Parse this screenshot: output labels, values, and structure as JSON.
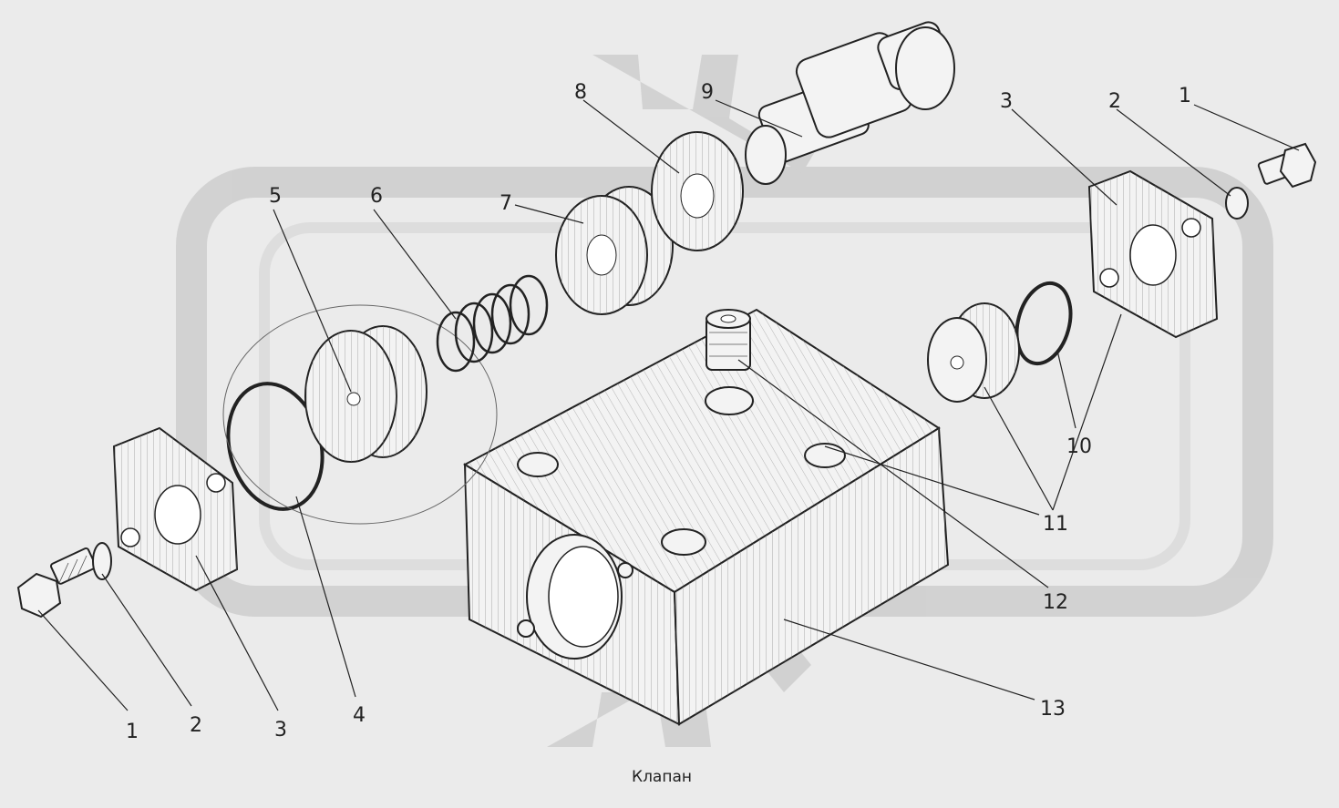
{
  "caption": "Клапан",
  "colors": {
    "background": "#ebebeb",
    "watermark": "#cfcfcf",
    "ink": "#222222"
  },
  "callouts": [
    {
      "id": "c1-left",
      "text": "1"
    },
    {
      "id": "c2-left",
      "text": "2"
    },
    {
      "id": "c3-left",
      "text": "3"
    },
    {
      "id": "c4",
      "text": "4"
    },
    {
      "id": "c5",
      "text": "5"
    },
    {
      "id": "c6",
      "text": "6"
    },
    {
      "id": "c7",
      "text": "7"
    },
    {
      "id": "c8",
      "text": "8"
    },
    {
      "id": "c9",
      "text": "9"
    },
    {
      "id": "c3-right",
      "text": "3"
    },
    {
      "id": "c2-right",
      "text": "2"
    },
    {
      "id": "c1-right",
      "text": "1"
    },
    {
      "id": "c10",
      "text": "10"
    },
    {
      "id": "c11",
      "text": "11"
    },
    {
      "id": "c12",
      "text": "12"
    },
    {
      "id": "c13",
      "text": "13"
    }
  ]
}
